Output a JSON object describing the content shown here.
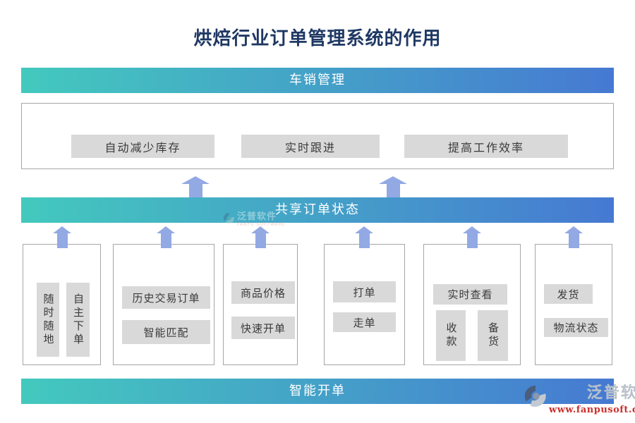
{
  "title": "烘焙行业订单管理系统的作用",
  "colors": {
    "gradient_start": "#43C9BE",
    "gradient_end": "#4679D2",
    "arrow": "#92A9E3",
    "chip_background": "#D9D9D9",
    "box_border": "#A6A6A6",
    "title_text": "#1F3864",
    "watermark_url_red": "#C9302C"
  },
  "flow": {
    "top_banner": "车销管理",
    "result_items": [
      "自动减少库存",
      "实时跟进",
      "提高工作效率"
    ],
    "middle_banner": "共享订单状态",
    "bottom_banner": "智能开单"
  },
  "cards": [
    {
      "chips": [
        "随时随地",
        "自主下单"
      ]
    },
    {
      "chips": [
        "历史交易订单",
        "智能匹配"
      ]
    },
    {
      "chips": [
        "商品价格",
        "快速开单"
      ]
    },
    {
      "chips": [
        "打单",
        "走单"
      ]
    },
    {
      "chips": [
        "实时查看",
        "收款",
        "备货"
      ]
    },
    {
      "chips": [
        "发货",
        "物流状态"
      ]
    }
  ],
  "icons": {
    "up_arrow": "solid block arrow pointing up, periwinkle blue",
    "fanpu_logo": "circular swirl logo of Fanpu Software"
  },
  "watermark": {
    "brand": "泛普软件",
    "brand_en": "FANPU SOFTWARE",
    "url": "www.fanpusoft.com"
  }
}
